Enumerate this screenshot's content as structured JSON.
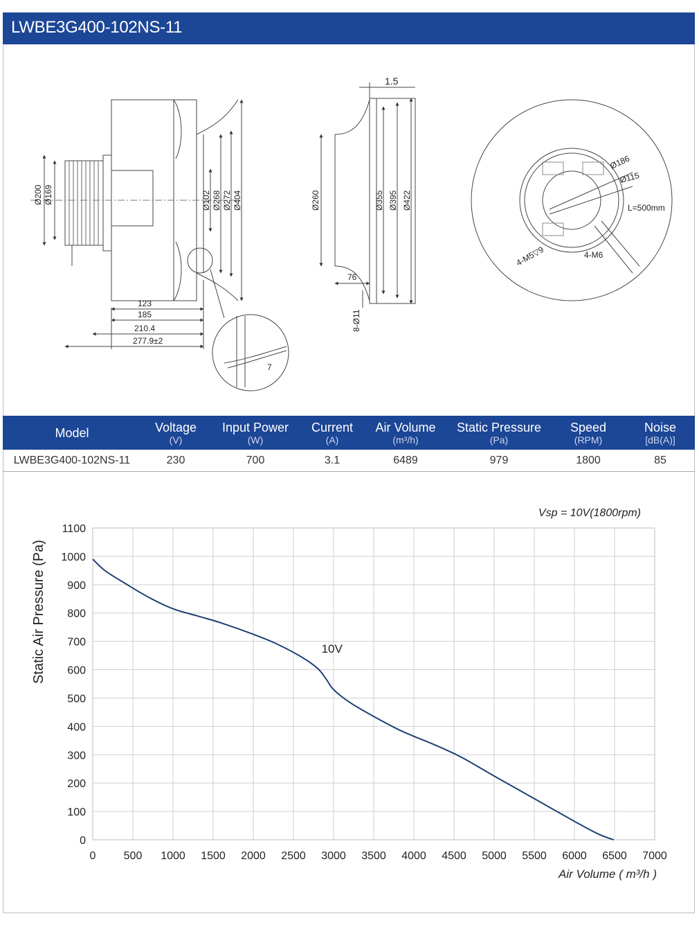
{
  "title": "LWBE3G400-102NS-11",
  "drawing": {
    "side_view": {
      "dims_vertical": [
        "Ø200",
        "Ø169",
        "Ø102",
        "Ø268",
        "Ø272",
        "Ø404"
      ],
      "dims_horizontal": [
        "123",
        "185",
        "210.4",
        "277.9±2"
      ],
      "detail_dim": "7"
    },
    "inlet_view": {
      "top_dim": "1.5",
      "dims_vertical": [
        "Ø260",
        "Ø355",
        "Ø395",
        "Ø422"
      ],
      "bottom_dim": "76",
      "holes": "8-Ø11"
    },
    "front_view": {
      "labels": [
        "Ø186",
        "Ø115",
        "L=500mm",
        "4-M5▽9",
        "4-M6"
      ]
    }
  },
  "table": {
    "headers": [
      {
        "label": "Model",
        "unit": ""
      },
      {
        "label": "Voltage",
        "unit": "(V)"
      },
      {
        "label": "Input Power",
        "unit": "(W)"
      },
      {
        "label": "Current",
        "unit": "(A)"
      },
      {
        "label": "Air Volume",
        "unit": "(m³/h)"
      },
      {
        "label": "Static Pressure",
        "unit": "(Pa)"
      },
      {
        "label": "Speed",
        "unit": "(RPM)"
      },
      {
        "label": "Noise",
        "unit": "[dB(A)]"
      }
    ],
    "row": [
      "LWBE3G400-102NS-11",
      "230",
      "700",
      "3.1",
      "6489",
      "979",
      "1800",
      "85"
    ]
  },
  "chart_data": {
    "type": "line",
    "annotation_top": "Vsp = 10V(1800rpm)",
    "xlabel": "Air Volume ( m³/h )",
    "ylabel": "Static Air Pressure  (Pa)",
    "xlim": [
      0,
      7000
    ],
    "ylim": [
      0,
      1100
    ],
    "xticks": [
      0,
      500,
      1000,
      1500,
      2000,
      2500,
      3000,
      3500,
      4000,
      4500,
      5000,
      5500,
      6000,
      6500,
      7000
    ],
    "yticks": [
      0,
      100,
      200,
      300,
      400,
      500,
      600,
      700,
      800,
      900,
      1000,
      1100
    ],
    "grid": true,
    "line_color": "#1f3f73",
    "series": [
      {
        "name": "10V",
        "x": [
          0,
          150,
          400,
          700,
          1000,
          1300,
          1600,
          2000,
          2300,
          2600,
          2800,
          2900,
          3000,
          3200,
          3500,
          3800,
          4000,
          4300,
          4600,
          5000,
          5500,
          6000,
          6300,
          6489
        ],
        "y": [
          990,
          950,
          905,
          855,
          815,
          790,
          765,
          725,
          690,
          645,
          605,
          570,
          530,
          485,
          435,
          390,
          365,
          330,
          290,
          225,
          145,
          65,
          20,
          0
        ]
      }
    ]
  }
}
